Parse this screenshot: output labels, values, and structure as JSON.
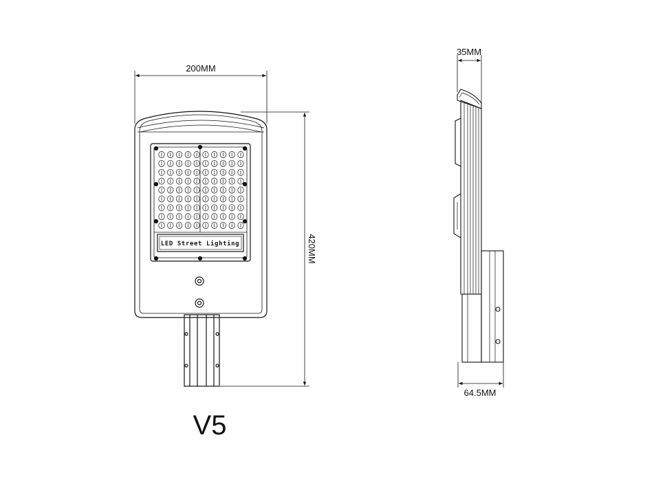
{
  "drawing": {
    "front_view": {
      "width_dimension": "200MM",
      "height_dimension": "420MM",
      "panel_label": "LED Street Lighting",
      "led_grid": {
        "rows": 9,
        "columns": 10
      }
    },
    "side_view": {
      "top_dimension": "35MM",
      "bottom_dimension": "64.5MM"
    },
    "model_label": "V5"
  },
  "colors": {
    "line": "#111111",
    "background": "#ffffff"
  }
}
